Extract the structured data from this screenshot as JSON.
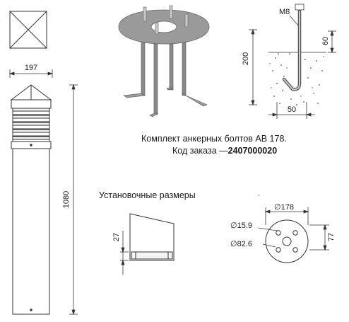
{
  "lamp": {
    "width_label": "197",
    "height_label": "1080"
  },
  "anchor_kit": {
    "bolt_label": "M8",
    "embed_depth_label": "200",
    "protrusion_label": "60",
    "hook_length_label": "50",
    "caption_line1": "Комплект анкерных болтов AB 178.",
    "caption_line2_prefix": "Код заказа —",
    "order_code": "2407000020"
  },
  "installation": {
    "title": "Установочные размеры",
    "height_label": "27",
    "outer_diameter_label": "∅178",
    "hole_diameter_label": "∅15.9",
    "bolt_circle_label": "∅82.6",
    "offset_label": "77"
  },
  "colors": {
    "line": "#333333",
    "plate": "#9a9a9a",
    "rod": "#8a8a8a",
    "rod_light": "#c8c8c8",
    "hatch": "#555555"
  }
}
